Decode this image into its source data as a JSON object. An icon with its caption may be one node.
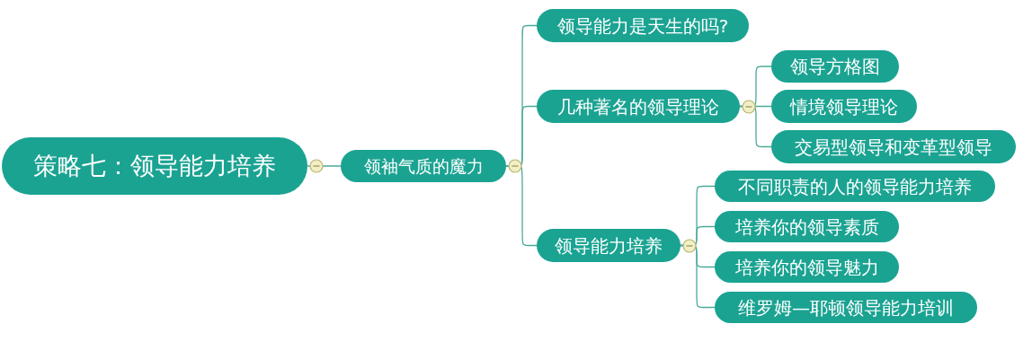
{
  "diagram": {
    "nodes": [
      {
        "text": [
          "策略七：领导能力培养"
        ]
      },
      {
        "text": [
          "领袖气质的魔力"
        ]
      },
      {
        "text": [
          "领导能力是天生的吗?"
        ]
      },
      {
        "text": [
          "几种著名的领导理论"
        ]
      },
      {
        "text": [
          "领导方格图"
        ]
      },
      {
        "text": [
          "情境领导理论"
        ]
      },
      {
        "text": [
          "交易型领导和变革型领导"
        ]
      },
      {
        "text": [
          "领导能力培养"
        ]
      },
      {
        "text": [
          "不同职责的人的领导能力培养"
        ]
      },
      {
        "text": [
          "培养你的领导素质"
        ]
      },
      {
        "text": [
          "培养你的领导魅力"
        ]
      },
      {
        "text": [
          "维罗姆—耶顿领导能力培训"
        ]
      }
    ],
    "edges": [
      {
        "from": 0,
        "to": 1,
        "arrow": "none"
      },
      {
        "from": 1,
        "to": 2,
        "arrow": "none"
      },
      {
        "from": 1,
        "to": 3,
        "arrow": "none"
      },
      {
        "from": 1,
        "to": 7,
        "arrow": "none"
      },
      {
        "from": 3,
        "to": 4,
        "arrow": "none"
      },
      {
        "from": 3,
        "to": 5,
        "arrow": "none"
      },
      {
        "from": 3,
        "to": 6,
        "arrow": "none"
      },
      {
        "from": 7,
        "to": 8,
        "arrow": "none"
      },
      {
        "from": 7,
        "to": 9,
        "arrow": "none"
      },
      {
        "from": 7,
        "to": 10,
        "arrow": "none"
      },
      {
        "from": 7,
        "to": 11,
        "arrow": "none"
      }
    ]
  }
}
